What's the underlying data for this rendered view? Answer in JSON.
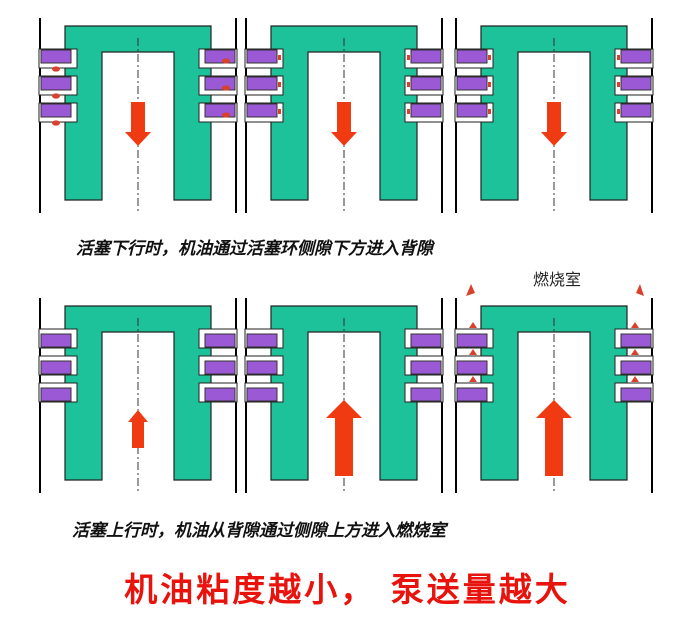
{
  "captions": {
    "top": "活塞下行时，机油通过活塞环侧隙下方进入背隙",
    "bottom": "活塞上行时，机油从背隙通过侧隙上方进入燃烧室",
    "chamber": "燃烧室"
  },
  "headline": "机油粘度越小，  泵送量越大",
  "colors": {
    "piston": "#1ec29a",
    "ring": "#9b59d6",
    "arrow": "#ef3a12",
    "oil": "#d8412b",
    "wall": "#000000"
  },
  "panels": [
    {
      "row": "top",
      "col": 1,
      "direction": "down",
      "arrow_size": "medium",
      "oil": "both-sides"
    },
    {
      "row": "top",
      "col": 2,
      "direction": "down",
      "arrow_size": "medium",
      "oil": "small-marks"
    },
    {
      "row": "top",
      "col": 3,
      "direction": "down",
      "arrow_size": "medium",
      "oil": "small-marks"
    },
    {
      "row": "bottom",
      "col": 1,
      "direction": "up",
      "arrow_size": "small",
      "oil": "none"
    },
    {
      "row": "bottom",
      "col": 2,
      "direction": "up",
      "arrow_size": "large",
      "oil": "none"
    },
    {
      "row": "bottom",
      "col": 3,
      "direction": "up",
      "arrow_size": "large",
      "oil": "escaping-up"
    }
  ]
}
